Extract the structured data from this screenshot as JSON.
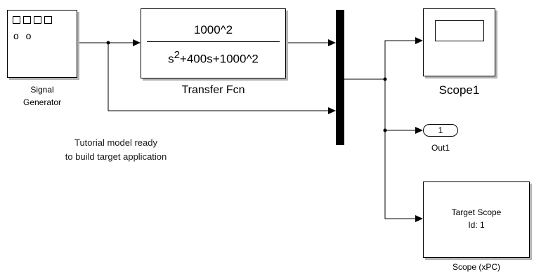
{
  "blocks": {
    "signal_generator": {
      "label_line1": "Signal",
      "label_line2": "Generator",
      "circles": "o o"
    },
    "transfer_fcn": {
      "numerator": "1000^2",
      "den_s": "s",
      "den_exp": "2",
      "den_rest": "+400s+1000^2",
      "label": "Transfer Fcn"
    },
    "scope1": {
      "label": "Scope1"
    },
    "out1": {
      "number": "1",
      "label": "Out1"
    },
    "target_scope": {
      "line1": "Target Scope",
      "line2": "Id: 1",
      "label": "Scope (xPC)"
    }
  },
  "annotation": {
    "line1": "Tutorial model ready",
    "line2": "to build target application"
  }
}
